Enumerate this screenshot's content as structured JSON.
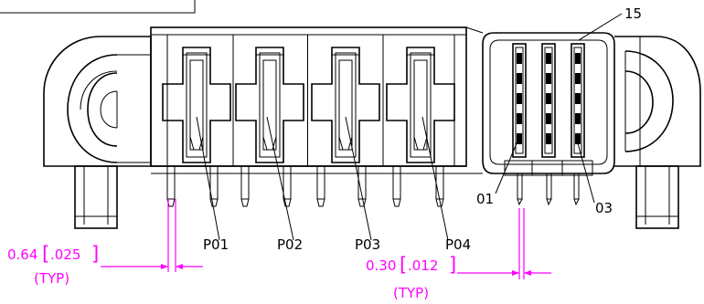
{
  "labels": {
    "p01": "P01",
    "p02": "P02",
    "p03": "P03",
    "p04": "P04",
    "pin_01": "01",
    "pin_03": "03",
    "pin_15": "15"
  },
  "dimensions": {
    "power_pitch": {
      "metric": "0.64",
      "imperial": ".025",
      "note": "(TYP)"
    },
    "signal_pitch": {
      "metric": "0.30",
      "imperial": ".012",
      "note": "(TYP)"
    }
  },
  "colors": {
    "line": "#000000",
    "dimension": "#ff00ff",
    "background": "#ffffff"
  }
}
